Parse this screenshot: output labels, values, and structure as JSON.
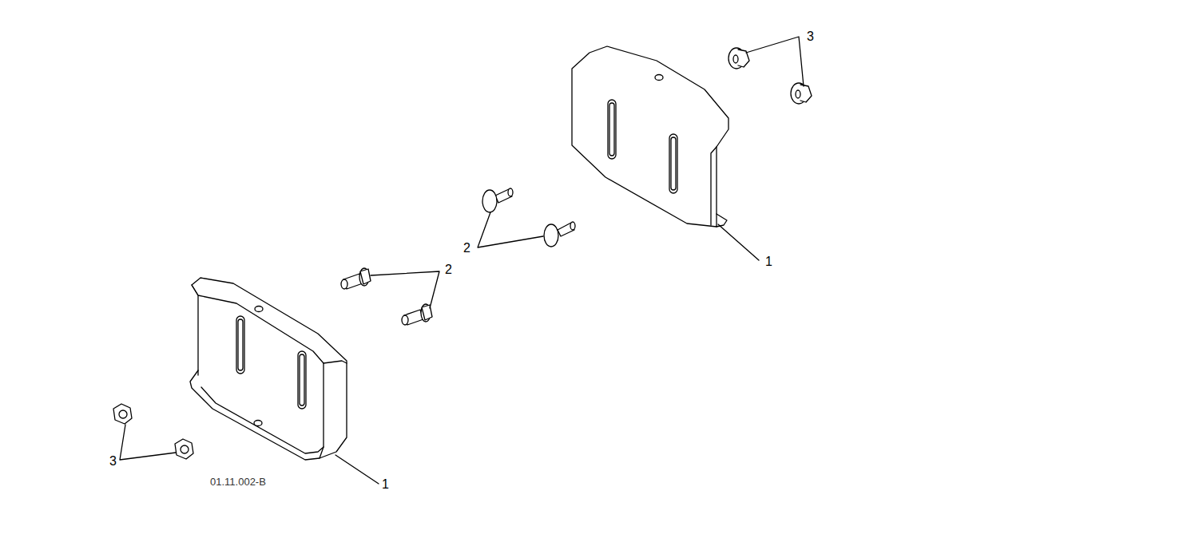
{
  "diagram": {
    "labels": [
      "3",
      "2",
      "1",
      "2",
      "3",
      "01.11.002-B",
      "1"
    ]
  }
}
